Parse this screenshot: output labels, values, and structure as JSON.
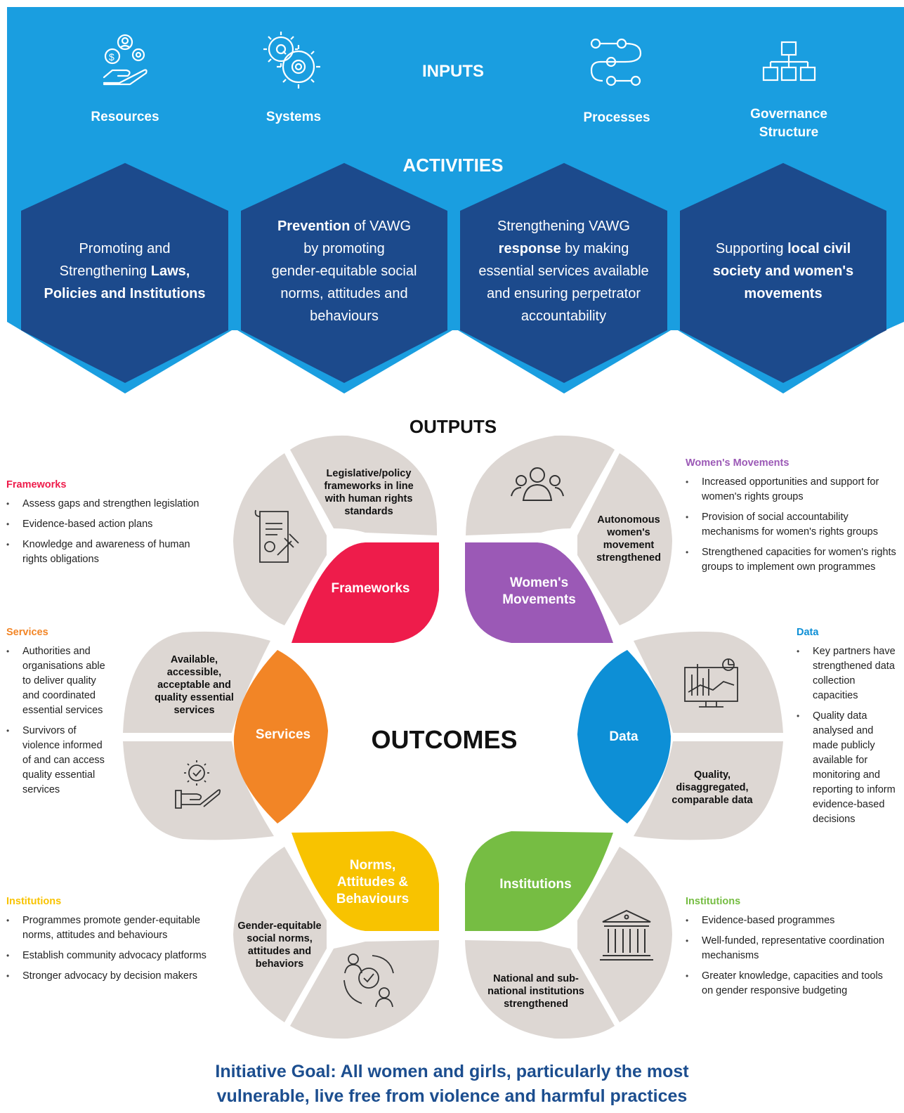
{
  "inputs": {
    "title": "INPUTS",
    "items": [
      {
        "label": "Resources",
        "icon": "money-hand-icon"
      },
      {
        "label": "Systems",
        "icon": "gears-icon"
      },
      {
        "label": "Processes",
        "icon": "process-flow-icon"
      },
      {
        "label": "Governance Structure",
        "icon": "org-chart-icon"
      }
    ]
  },
  "activities": {
    "title": "ACTIVITIES",
    "items": [
      {
        "line1": "Promoting and",
        "line2a": "Strengthening ",
        "line2b": "Laws,",
        "line3": "Policies and Institutions"
      },
      {
        "line1a": "Prevention",
        "line1b": " of VAWG",
        "line2": "by promoting",
        "line3": "gender-equitable social",
        "line4": "norms, attitudes and",
        "line5": "behaviours"
      },
      {
        "line1": "Strengthening VAWG",
        "line2a": "response",
        "line2b": " by making",
        "line3": "essential services available",
        "line4": "and ensuring perpetrator",
        "line5": "accountability"
      },
      {
        "line1a": "Supporting ",
        "line1b": "local civil",
        "line2": "society and women's",
        "line3": "movements"
      }
    ]
  },
  "outputs_title": "OUTPUTS",
  "outcomes_title": "OUTCOMES",
  "outcomes": [
    {
      "name": "Frameworks",
      "color": "#ee1c4b",
      "output": "Legislative/policy frameworks in line with human rights standards",
      "icon": "legal-document-gavel-icon"
    },
    {
      "name": "Women's Movements",
      "color": "#9b59b6",
      "output": "Autonomous women's movement strengthened",
      "icon": "group-people-icon"
    },
    {
      "name": "Data",
      "color": "#0d8fd6",
      "output": "Quality, disaggregated, comparable data",
      "icon": "data-dashboard-icon"
    },
    {
      "name": "Institutions",
      "color": "#76bd43",
      "output": "National and sub-national institutions strengthened",
      "icon": "government-building-icon"
    },
    {
      "name": "Norms, Attitudes & Behaviours",
      "color": "#f8c300",
      "output": "Gender-equitable social norms, attitudes and behaviors",
      "icon": "people-cycle-icon"
    },
    {
      "name": "Services",
      "color": "#f28526",
      "output": "Available, accessible, acceptable and quality essential services",
      "icon": "gear-hand-icon"
    }
  ],
  "side_notes": {
    "frameworks": {
      "title": "Frameworks",
      "color": "#ee1c4b",
      "items": [
        "Assess gaps and strengthen legislation",
        "Evidence-based action plans",
        "Knowledge and awareness of human rights obligations"
      ]
    },
    "womens_movements": {
      "title": "Women's Movements",
      "color": "#9b59b6",
      "items": [
        "Increased opportunities and support for women's rights groups",
        "Provision of social accountability mechanisms for women's rights groups",
        "Strengthened capacities for women's rights groups to implement own programmes"
      ]
    },
    "services": {
      "title": "Services",
      "color": "#f28526",
      "items": [
        "Authorities and organisations able to deliver quality and coordinated essential services",
        "Survivors of violence informed of and can access quality essential services"
      ]
    },
    "data": {
      "title": "Data",
      "color": "#0d8fd6",
      "items": [
        "Key partners have strengthened data collection capacities",
        "Quality data analysed and made publicly available for monitoring and reporting to inform evidence-based decisions"
      ]
    },
    "institutions_left": {
      "title": "Institutions",
      "color": "#f8c300",
      "items": [
        "Programmes promote gender-equitable norms, attitudes and behaviours",
        "Establish community advocacy platforms",
        "Stronger advocacy by decision makers"
      ]
    },
    "institutions_right": {
      "title": "Institutions",
      "color": "#76bd43",
      "items": [
        "Evidence-based programmes",
        "Well-funded, representative coordination mechanisms",
        "Greater knowledge, capacities and tools on gender responsive budgeting"
      ]
    }
  },
  "goal": {
    "line1": "Initiative Goal: All women and girls, particularly the most",
    "line2": "vulnerable, live free from violence and harmful practices"
  },
  "colors": {
    "band_light": "#1a9ee0",
    "band_mid": "#0f7fc6",
    "hex_dark": "#1c4a8c"
  }
}
